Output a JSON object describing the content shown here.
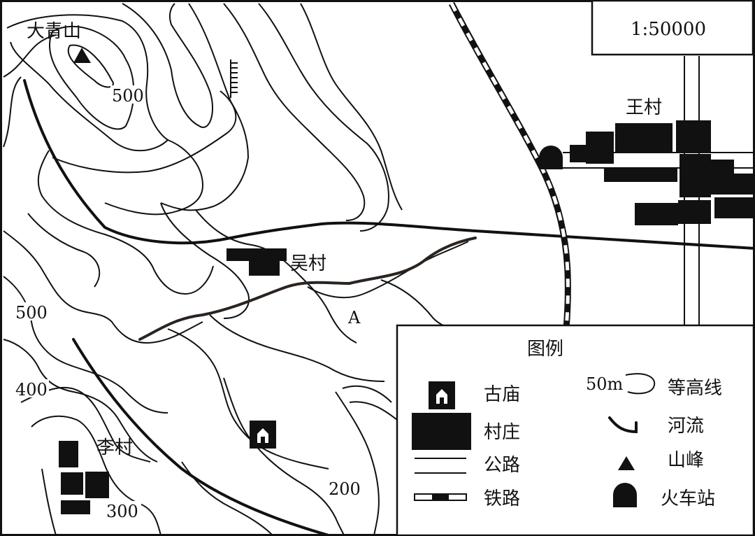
{
  "scale": {
    "text": "1:50000"
  },
  "places": {
    "daqingshan": "大青山",
    "wangcun": "王村",
    "wucun": "吴村",
    "licun": "李村",
    "point_a": "A"
  },
  "contour_labels": {
    "c500_top": "500",
    "c500_left": "500",
    "c400": "400",
    "c300": "300",
    "c200": "200"
  },
  "legend": {
    "title": "图例",
    "items": {
      "temple": "古庙",
      "village": "村庄",
      "road": "公路",
      "railway": "铁路",
      "contour_sample": "50m",
      "contour": "等高线",
      "river": "河流",
      "peak": "山峰",
      "station": "火车站"
    }
  },
  "icons": {
    "peak": "triangle-peak-icon",
    "temple": "temple-icon",
    "station": "train-station-icon",
    "village": "village-block-icon"
  },
  "colors": {
    "ink": "#111111",
    "paper": "#ffffff"
  }
}
